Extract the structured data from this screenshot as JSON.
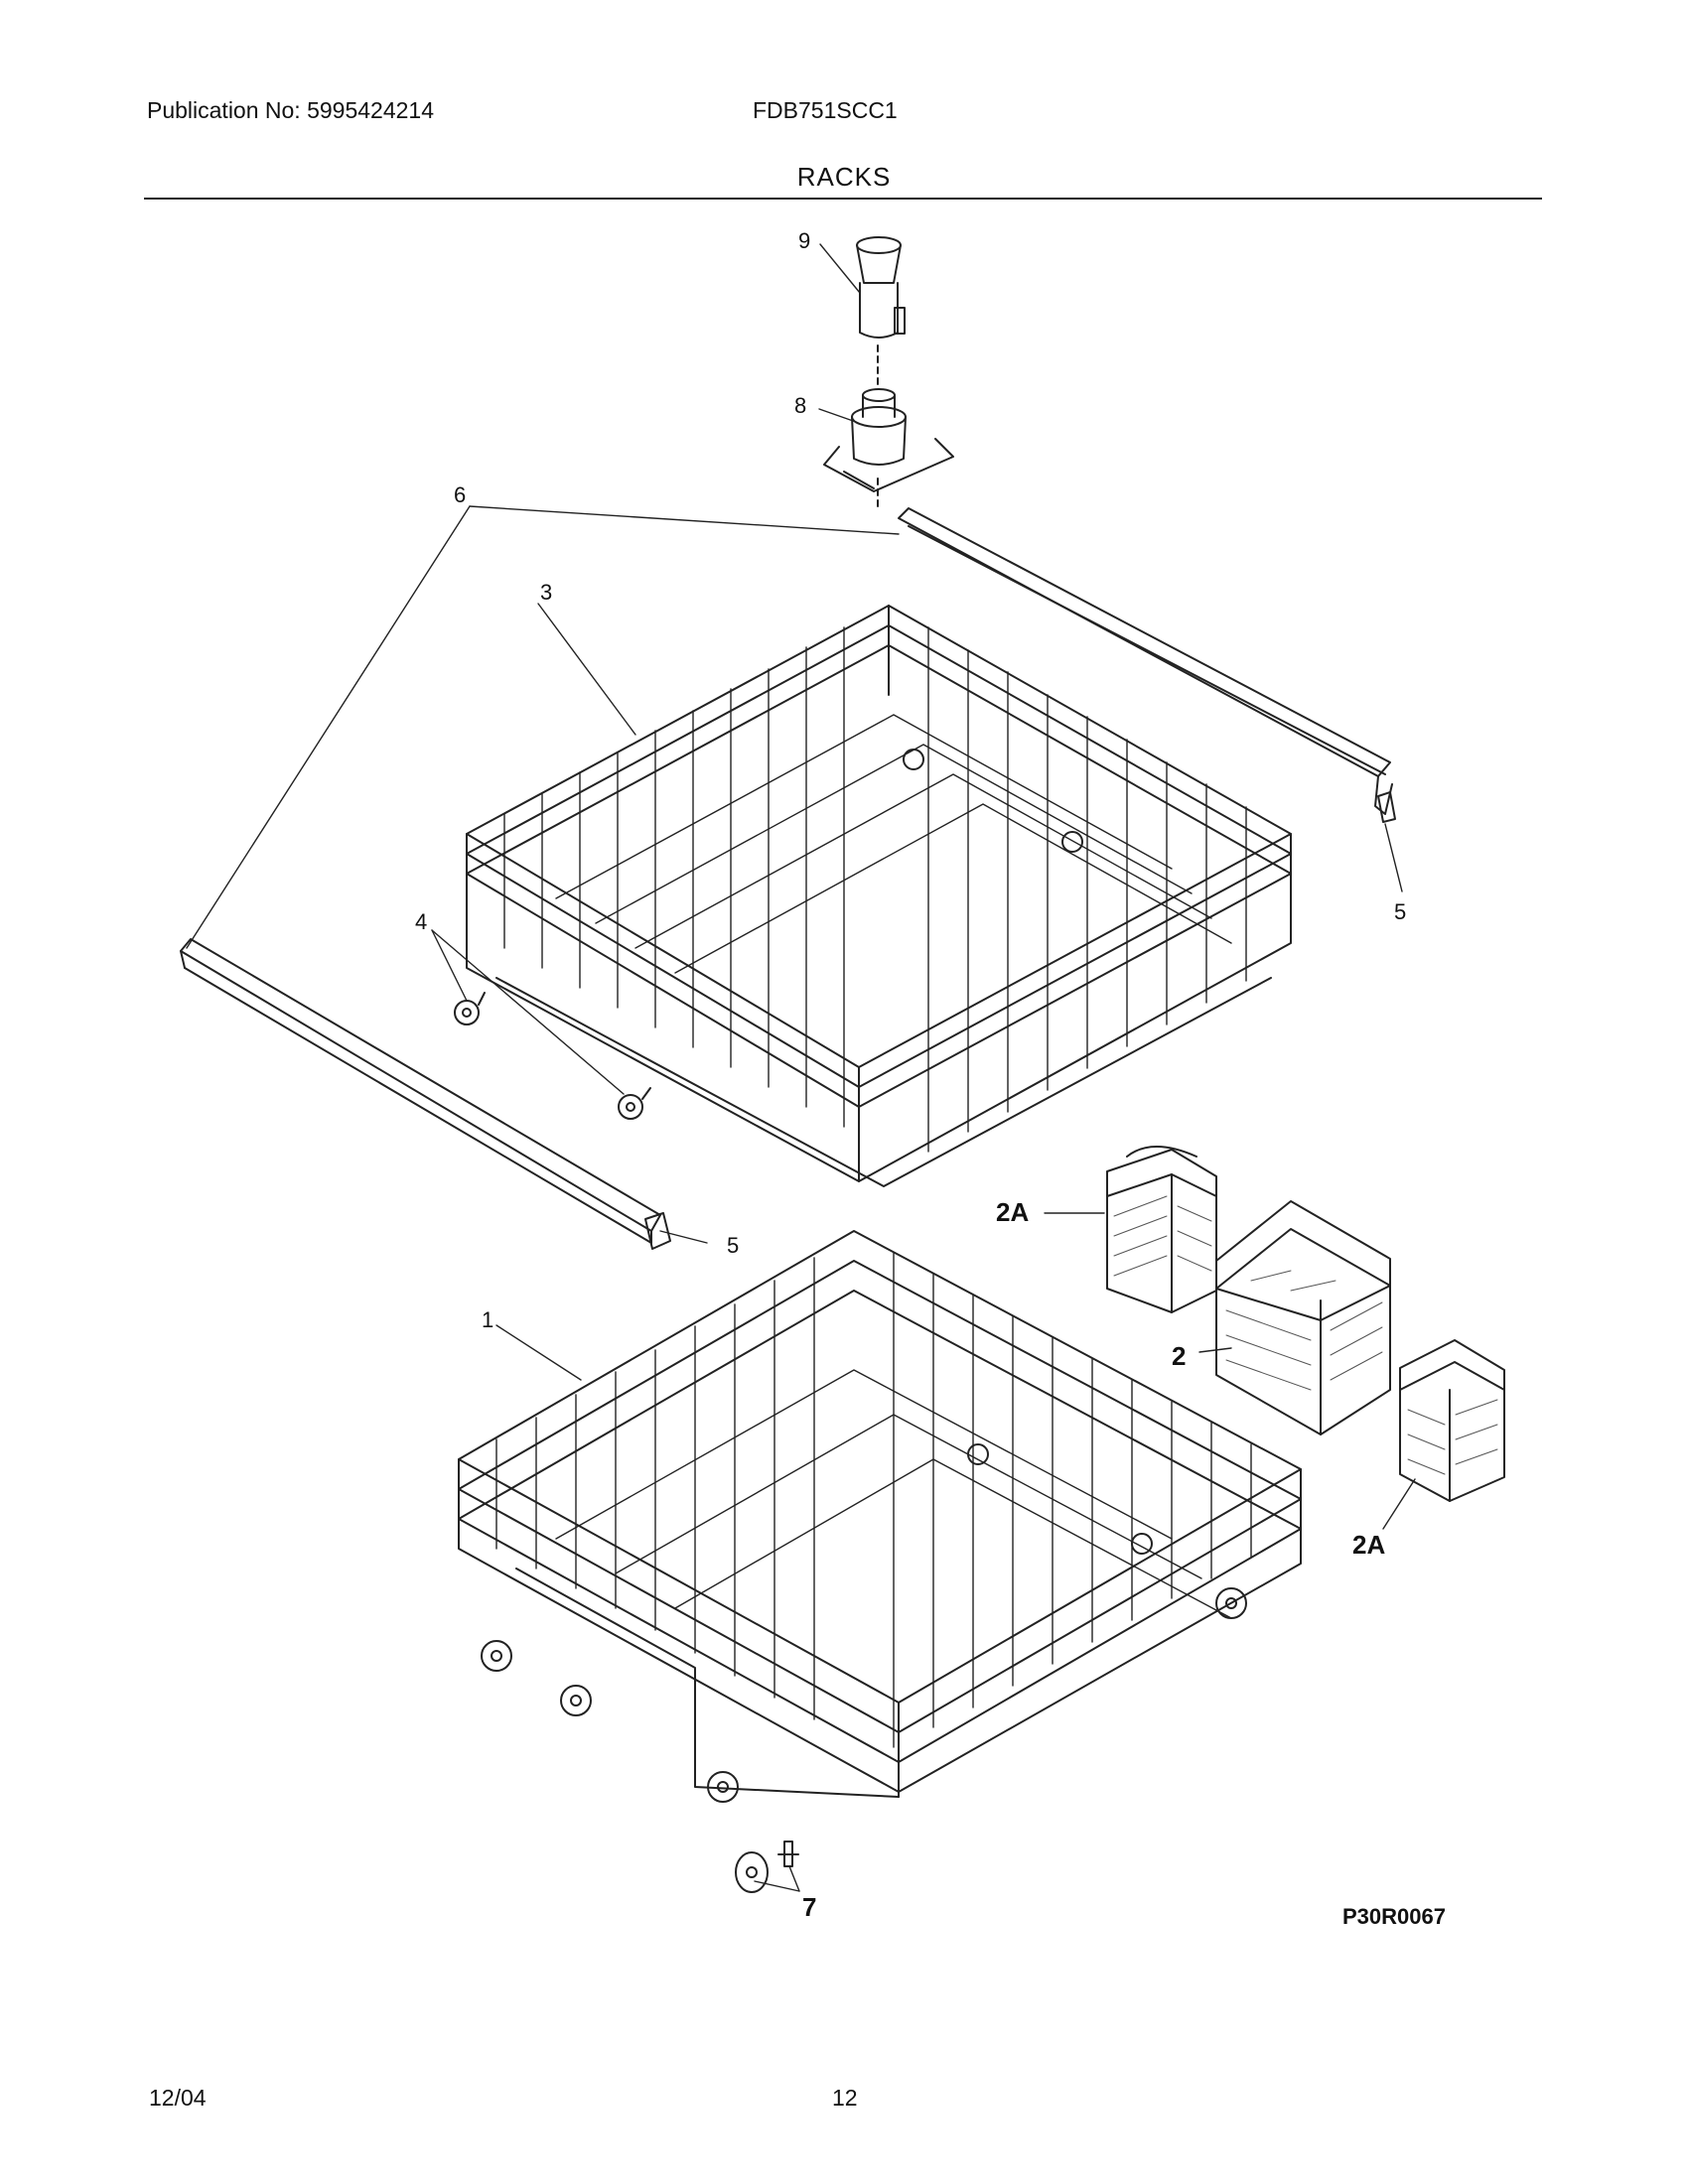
{
  "header": {
    "publication": "Publication No: 5995424214",
    "model": "FDB751SCC1",
    "title": "RACKS"
  },
  "callouts": {
    "c1": "1",
    "c2": "2",
    "c2a_left": "2A",
    "c2a_right": "2A",
    "c3": "3",
    "c4": "4",
    "c5_right": "5",
    "c5_left": "5",
    "c6": "6",
    "c7": "7",
    "c8": "8",
    "c9": "9"
  },
  "diagram_code": "P30R0067",
  "footer": {
    "date": "12/04",
    "page": "12"
  }
}
